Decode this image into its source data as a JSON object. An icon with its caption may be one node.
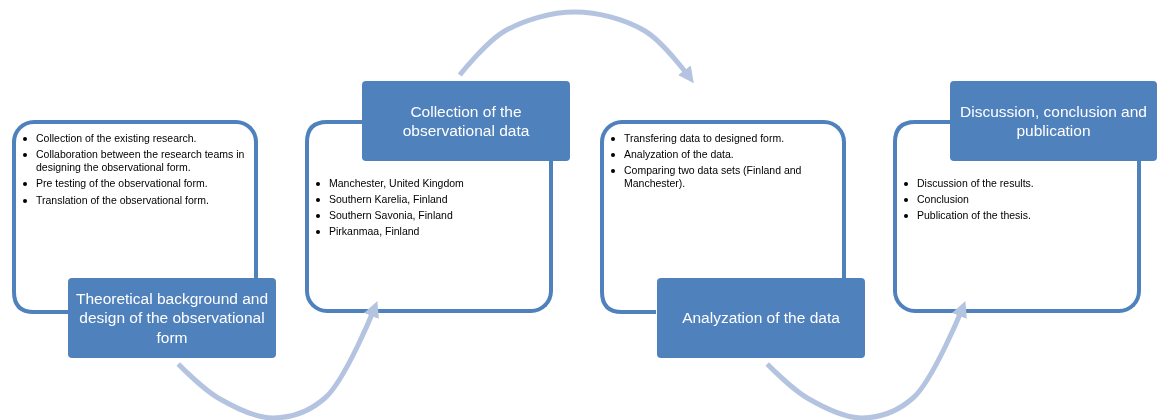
{
  "diagram": {
    "nodes": [
      {
        "text": [
          "Collection of the existing research.",
          "Collaboration between the research teams in designing the observational form.",
          "Pre testing of the observational form.",
          "Translation of the observational form."
        ]
      },
      {
        "text": [
          "Theoretical background and design of the observational form"
        ]
      },
      {
        "text": [
          "Collection of the observational data"
        ]
      },
      {
        "text": [
          "Manchester, United Kingdom",
          "Southern Karelia, Finland",
          "Southern Savonia, Finland",
          "Pirkanmaa, Finland"
        ]
      },
      {
        "text": [
          "Transfering data to designed form.",
          "Analyzation of the data.",
          "Comparing two data sets (Finland and Manchester)."
        ]
      },
      {
        "text": [
          "Analyzation of the data"
        ]
      },
      {
        "text": [
          "Discussion, conclusion and publication"
        ]
      },
      {
        "text": [
          "Discussion of the results.",
          "Conclusion",
          "Publication of the thesis."
        ]
      }
    ],
    "edges": [
      {
        "from": 1,
        "to": 3,
        "arrow": "to"
      },
      {
        "from": 2,
        "to": 4,
        "arrow": "to"
      },
      {
        "from": 5,
        "to": 7,
        "arrow": "to"
      }
    ]
  }
}
